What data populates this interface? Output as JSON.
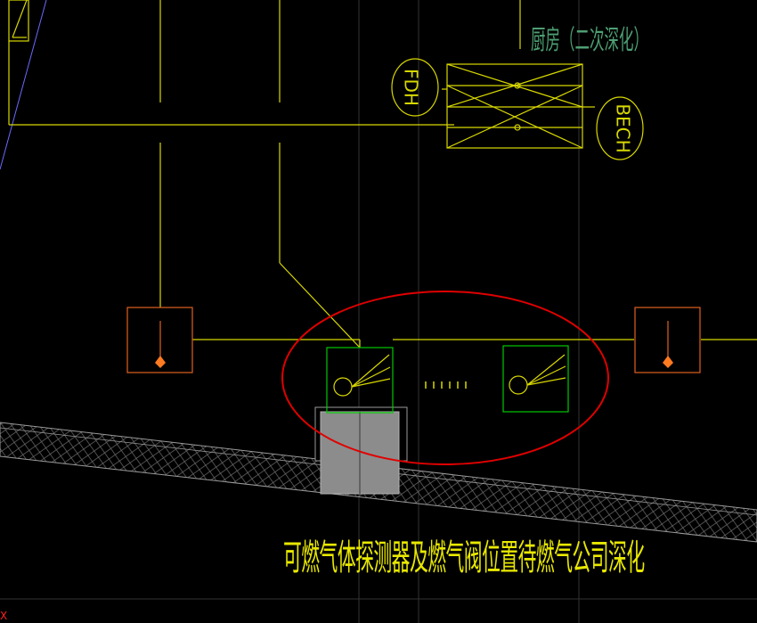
{
  "drawing": {
    "room_label": "厨房（二次深化）",
    "note_text": "可燃气体探测器及燃气阀位置待燃气公司深化",
    "tag_left": "FDH",
    "tag_right": "BECH",
    "axis_mark": "X"
  },
  "colors": {
    "background": "#000000",
    "wiring": "#d8d800",
    "grid": "#3a3a3a",
    "device_box": "#e06020",
    "detector": "#00c800",
    "highlight_ellipse": "#e00000",
    "hatch": "#8a8a8a",
    "valve_block": "#8c8c8c",
    "room_label": "#4e9f73"
  }
}
